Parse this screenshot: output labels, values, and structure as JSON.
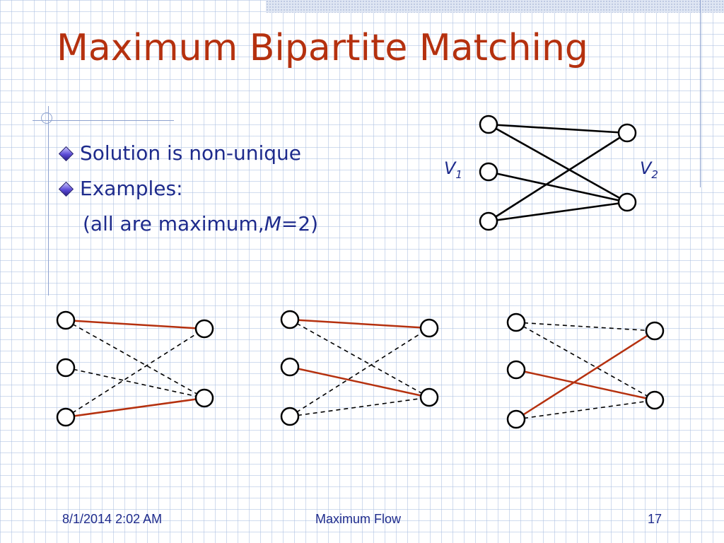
{
  "slide": {
    "title": "Maximum Bipartite Matching",
    "bullets": [
      {
        "text": "Solution is non-unique"
      },
      {
        "text": "Examples:"
      }
    ],
    "note": {
      "prefix": "(all are maximum, ",
      "italic": "M",
      "suffix": "=2)"
    }
  },
  "graph": {
    "v1_label": "V",
    "v1_sub": "1",
    "v2_label": "V",
    "v2_sub": "2",
    "left_count": 3,
    "right_count": 2,
    "edges": [
      [
        0,
        0
      ],
      [
        0,
        1
      ],
      [
        1,
        1
      ],
      [
        2,
        0
      ],
      [
        2,
        1
      ]
    ]
  },
  "examples": [
    {
      "name": "example-1",
      "matched": [
        [
          0,
          0
        ],
        [
          2,
          1
        ]
      ]
    },
    {
      "name": "example-2",
      "matched": [
        [
          0,
          0
        ],
        [
          1,
          1
        ]
      ]
    },
    {
      "name": "example-3",
      "matched": [
        [
          1,
          1
        ],
        [
          2,
          0
        ]
      ]
    }
  ],
  "colors": {
    "title": "#b5310f",
    "text": "#1e2b8c",
    "matched_edge": "#b5310f",
    "unmatched_edge": "#000000",
    "node_stroke": "#000000"
  },
  "footer": {
    "date": "8/1/2014 2:02 AM",
    "center": "Maximum Flow",
    "page": "17"
  }
}
